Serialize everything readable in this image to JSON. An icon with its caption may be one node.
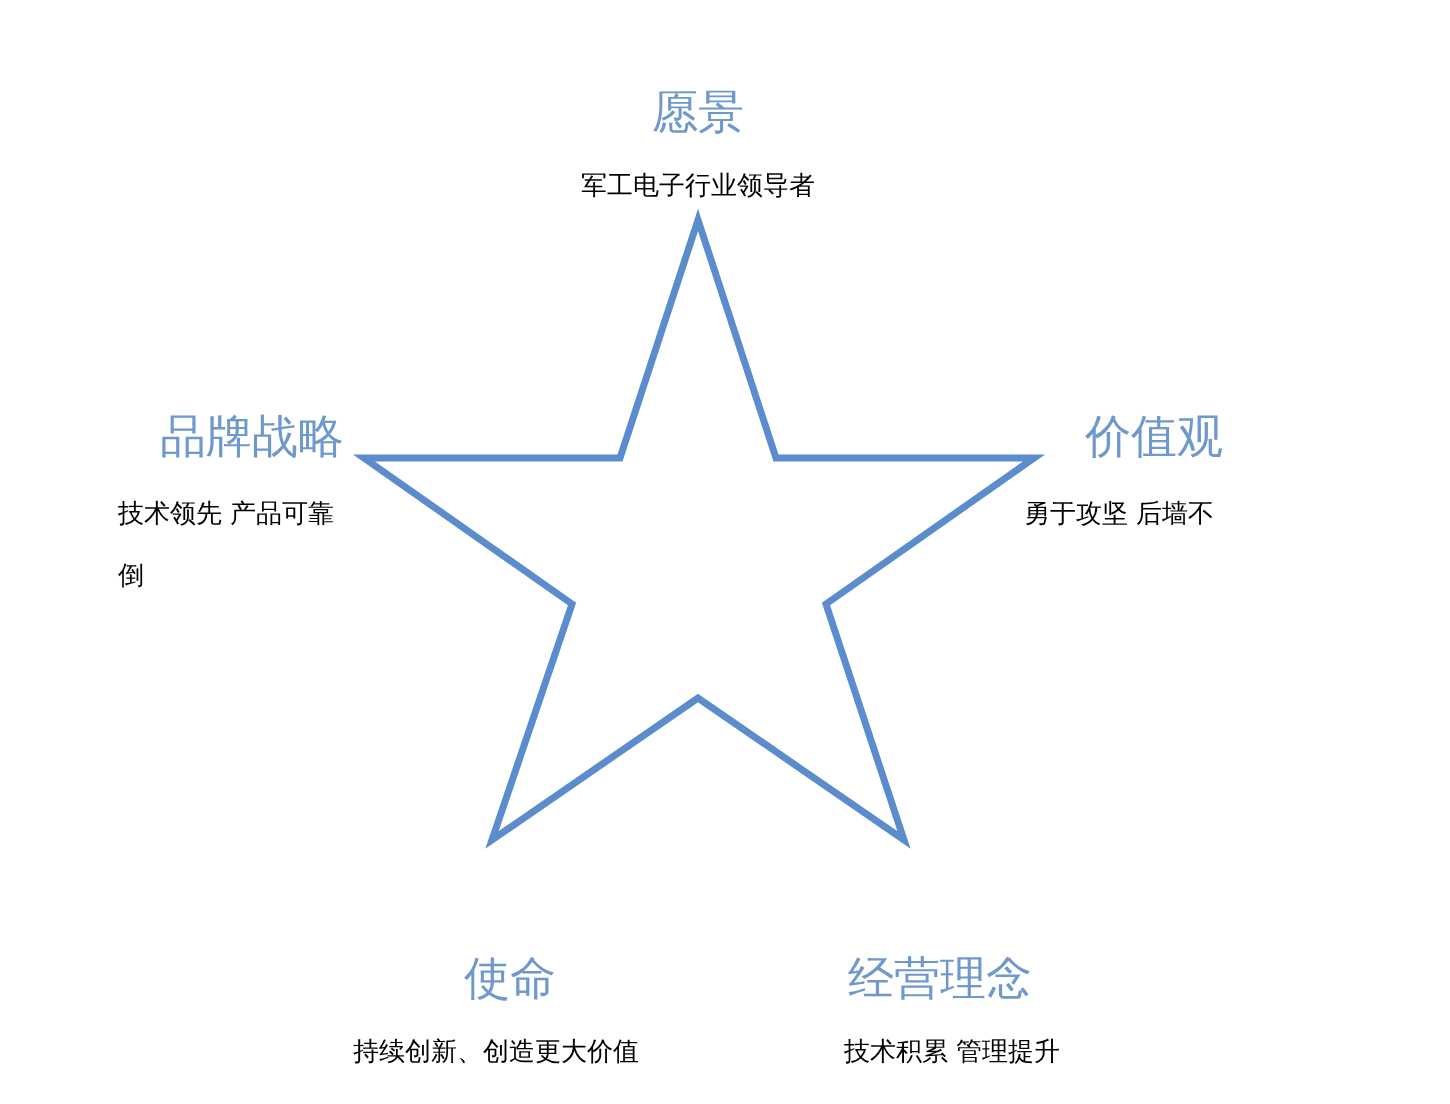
{
  "diagram": {
    "labels": [
      "愿景",
      "军工电子行业领导者",
      "品牌战略",
      "价值观",
      "技术领先 产品可靠",
      "勇于攻坚 后墙不",
      "倒",
      "使命",
      "经营理念",
      "持续创新、创造更大价值",
      "技术积累 管理提升"
    ]
  }
}
